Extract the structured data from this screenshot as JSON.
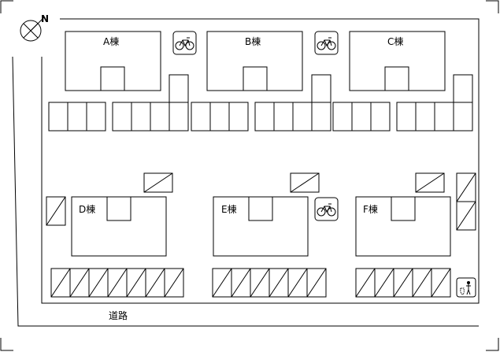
{
  "buildings": [
    {
      "id": "A",
      "label": "A棟"
    },
    {
      "id": "B",
      "label": "B棟"
    },
    {
      "id": "C",
      "label": "C棟"
    },
    {
      "id": "D",
      "label": "D棟"
    },
    {
      "id": "E",
      "label": "E棟"
    },
    {
      "id": "F",
      "label": "F棟"
    }
  ],
  "road": {
    "label": "道路"
  },
  "compass": {
    "label": "N"
  },
  "icons": {
    "bicycle": "bicycle-icon",
    "trash": "trash-icon",
    "compass": "compass-icon"
  }
}
